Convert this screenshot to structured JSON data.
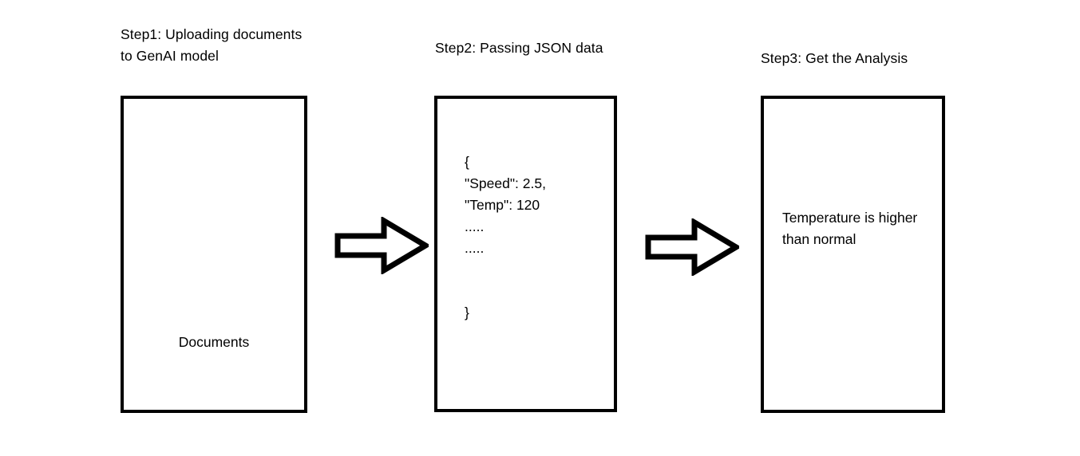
{
  "diagram": {
    "title": "GenAI document analysis three step flow",
    "background_color": "#ffffff",
    "stroke_color": "#000000"
  },
  "steps": [
    {
      "caption": "Step1: Uploading documents to GenAI model",
      "box_label": "Documents"
    },
    {
      "caption": "Step2: Passing JSON data",
      "box_label": ""
    },
    {
      "caption": "Step3: Get the Analysis",
      "box_label": "Temperature is higher than normal"
    }
  ],
  "json_payload": {
    "lines": [
      "{",
      "\"Speed\": 2.5,",
      "\"Temp\": 120",
      ".....",
      ".....",
      "",
      "",
      "}"
    ],
    "fields": {
      "Speed": 2.5,
      "Temp": 120
    }
  },
  "arrows": [
    {
      "label": "flow-arrow-step1-to-step2",
      "direction": "right",
      "style": "hollow-block"
    },
    {
      "label": "flow-arrow-step2-to-step3",
      "direction": "right",
      "style": "hollow-block"
    }
  ]
}
